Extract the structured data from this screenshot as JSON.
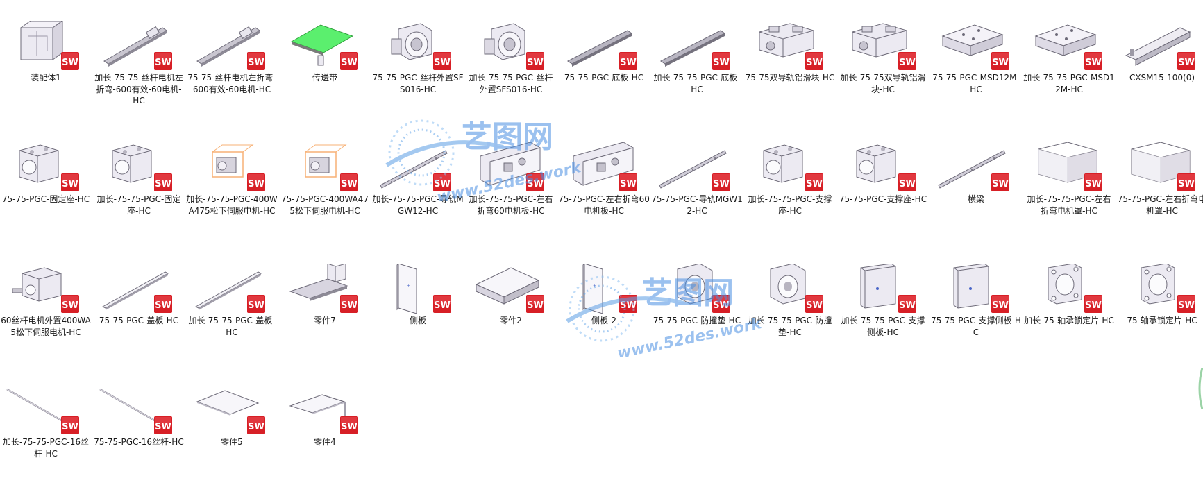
{
  "files": [
    {
      "label": "装配体1",
      "kind": "assembly",
      "icon": "solidworks-assembly-icon"
    },
    {
      "label": "加长-75-75-丝杆电机左折弯-600有效-60电机-HC",
      "kind": "rail",
      "icon": "solidworks-part-icon"
    },
    {
      "label": "75-75-丝杆电机左折弯-600有效-60电机-HC",
      "kind": "rail",
      "icon": "solidworks-part-icon"
    },
    {
      "label": "传送带",
      "kind": "conveyor",
      "icon": "solidworks-part-icon"
    },
    {
      "label": "75-75-PGC-丝杆外置SFS016-HC",
      "kind": "flange",
      "icon": "solidworks-part-icon"
    },
    {
      "label": "加长-75-75-PGC-丝杆外置SFS016-HC",
      "kind": "flange",
      "icon": "solidworks-part-icon"
    },
    {
      "label": "75-75-PGC-底板-HC",
      "kind": "bar",
      "icon": "solidworks-part-icon"
    },
    {
      "label": "加长-75-75-PGC-底板-HC",
      "kind": "bar",
      "icon": "solidworks-part-icon"
    },
    {
      "label": "75-75双导轨铝滑块-HC",
      "kind": "block",
      "icon": "solidworks-part-icon"
    },
    {
      "label": "加长-75-75双导轨铝滑块-HC",
      "kind": "block",
      "icon": "solidworks-part-icon"
    },
    {
      "label": "75-75-PGC-MSD12M-HC",
      "kind": "carriage",
      "icon": "solidworks-part-icon"
    },
    {
      "label": "加长-75-75-PGC-MSD12M-HC",
      "kind": "carriage",
      "icon": "solidworks-part-icon"
    },
    {
      "label": "CXSM15-100(0)",
      "kind": "cylinder",
      "icon": "solidworks-part-icon"
    },
    {
      "label": "75-75-PGC-固定座-HC",
      "kind": "mount",
      "icon": "solidworks-part-icon"
    },
    {
      "label": "加长-75-75-PGC-固定座-HC",
      "kind": "mount",
      "icon": "solidworks-part-icon"
    },
    {
      "label": "加长-75-75-PGC-400WA475松下伺服电机-HC",
      "kind": "motor-orange",
      "icon": "solidworks-assembly-icon"
    },
    {
      "label": "75-75-PGC-400WA475松下伺服电机-HC",
      "kind": "motor-orange",
      "icon": "solidworks-assembly-icon"
    },
    {
      "label": "加长-75-75-PGC-导轨MGW12-HC",
      "kind": "thin-rail",
      "icon": "solidworks-part-icon"
    },
    {
      "label": "加长-75-75-PGC-左右折弯60电机板-HC",
      "kind": "plate",
      "icon": "solidworks-part-icon"
    },
    {
      "label": "75-75-PGC-左右折弯60电机板-HC",
      "kind": "plate",
      "icon": "solidworks-part-icon"
    },
    {
      "label": "75-75-PGC-导轨MGW12-HC",
      "kind": "thin-rail",
      "icon": "solidworks-part-icon"
    },
    {
      "label": "加长-75-75-PGC-支撑座-HC",
      "kind": "mount",
      "icon": "solidworks-part-icon"
    },
    {
      "label": "75-75-PGC-支撑座-HC",
      "kind": "mount",
      "icon": "solidworks-part-icon"
    },
    {
      "label": "横梁",
      "kind": "thin-rail",
      "icon": "solidworks-part-icon"
    },
    {
      "label": "加长-75-75-PGC-左右折弯电机罩-HC",
      "kind": "cover",
      "icon": "solidworks-part-icon"
    },
    {
      "label": "75-75-PGC-左右折弯电机罩-HC",
      "kind": "cover",
      "icon": "solidworks-part-icon"
    },
    {
      "label": "60丝杆电机外置400WA5松下伺服电机-HC",
      "kind": "motor",
      "icon": "solidworks-part-icon"
    },
    {
      "label": "75-75-PGC-盖板-HC",
      "kind": "flat-bar",
      "icon": "solidworks-part-icon"
    },
    {
      "label": "加长-75-75-PGC-盖板-HC",
      "kind": "flat-bar",
      "icon": "solidworks-part-icon"
    },
    {
      "label": "零件7",
      "kind": "bracket",
      "icon": "solidworks-part-icon"
    },
    {
      "label": "侧板",
      "kind": "side-plate",
      "icon": "solidworks-part-icon"
    },
    {
      "label": "零件2",
      "kind": "slab",
      "icon": "solidworks-part-icon"
    },
    {
      "label": "侧板-2",
      "kind": "side-plate",
      "icon": "solidworks-part-icon"
    },
    {
      "label": "75-75-PGC-防撞垫-HC",
      "kind": "ring",
      "icon": "solidworks-part-icon"
    },
    {
      "label": "加长-75-75-PGC-防撞垫-HC",
      "kind": "ring",
      "icon": "solidworks-part-icon"
    },
    {
      "label": "加长-75-75-PGC-支撑侧板-HC",
      "kind": "support-plate",
      "icon": "solidworks-part-icon"
    },
    {
      "label": "75-75-PGC-支撑侧板-HC",
      "kind": "support-plate",
      "icon": "solidworks-part-icon"
    },
    {
      "label": "加长-75-轴承锁定片-HC",
      "kind": "bearing-plate",
      "icon": "solidworks-part-icon"
    },
    {
      "label": "75-轴承锁定片-HC",
      "kind": "bearing-plate",
      "icon": "solidworks-part-icon"
    },
    {
      "label": "加长-75-75-PGC-16丝杆-HC",
      "kind": "screw",
      "icon": "solidworks-part-icon"
    },
    {
      "label": "75-75-PGC-16丝杆-HC",
      "kind": "screw",
      "icon": "solidworks-part-icon"
    },
    {
      "label": "零件5",
      "kind": "flat-sheet",
      "icon": "solidworks-part-icon"
    },
    {
      "label": "零件4",
      "kind": "l-bracket",
      "icon": "solidworks-part-icon"
    }
  ],
  "watermark": {
    "brand": "艺图网",
    "site": "www.52des.work"
  },
  "colors": {
    "sw_red": "#d71f26",
    "part_face": "#eceaf2",
    "part_edge": "#6d6a78",
    "conveyor_belt": "#5bef6e",
    "motor_orange": "#f7b176",
    "watermark_blue": "#3f8be0"
  }
}
